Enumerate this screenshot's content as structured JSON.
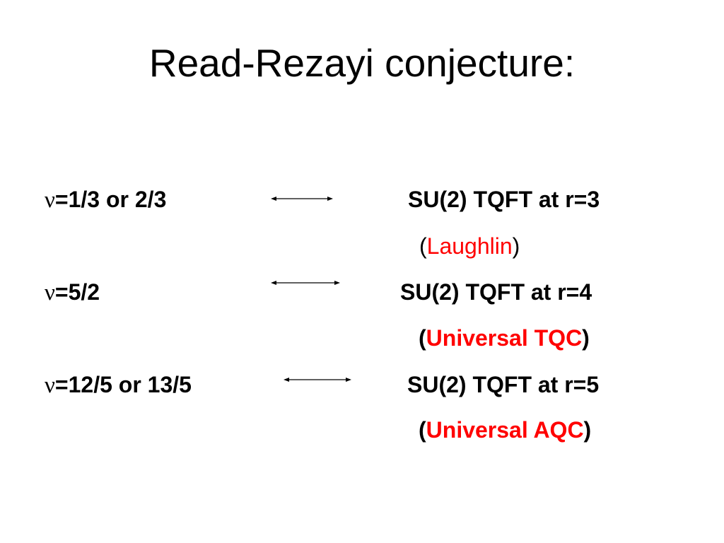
{
  "slide": {
    "title": "Read-Rezayi conjecture:",
    "accent_color": "#ff0000",
    "rows": [
      {
        "nu_symbol": "ν",
        "left": "=1/3 or 2/3",
        "right": "SU(2) TQFT at r=3",
        "note_open": "(",
        "note": "Laughlin",
        "note_close": ")"
      },
      {
        "nu_symbol": "ν",
        "left": "=5/2",
        "right": "SU(2) TQFT at r=4",
        "note_open": "(",
        "note": "Universal TQC",
        "note_close": ")"
      },
      {
        "nu_symbol": "ν",
        "left": "=12/5 or 13/5",
        "right": "SU(2) TQFT at r=5",
        "note_open": "(",
        "note": "Universal AQC",
        "note_close": ")"
      }
    ]
  }
}
